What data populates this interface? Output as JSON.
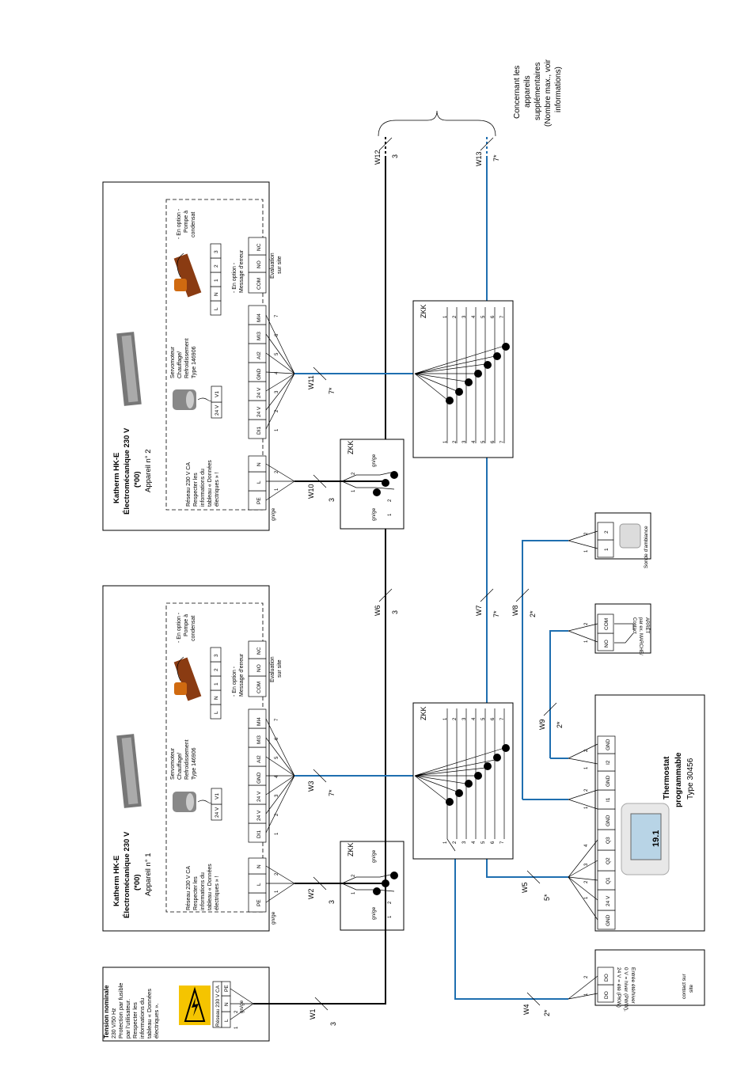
{
  "supply": {
    "title": "Tension nominale",
    "lines": [
      "230 V/50 Hz",
      "Protection par fusible",
      "par l’utilisateur.",
      "Respecter les",
      "informations du",
      "tableau « Données",
      "électriques »."
    ],
    "terminal_label": "Réseau 230 V CA",
    "terminals": [
      "L",
      "N",
      "PE"
    ],
    "wire_colors": "gn/ge",
    "wire_nums": [
      "1",
      "2"
    ]
  },
  "device1": {
    "title1": "Katherm HK-E",
    "title2": "Électromécanique 230 V",
    "title3": "(*00)",
    "title4": "Appareil n° 1",
    "mains_note": [
      "Réseau 230 V CA",
      "Respecter les",
      "informations du",
      "tableau « Données",
      "électriques » !"
    ],
    "mains_terms": [
      "PE",
      "L",
      "N"
    ],
    "servo": [
      "Servomoteur",
      "Chauffage/",
      "Refroidissement",
      "Type 146906"
    ],
    "servo_terms": [
      "24 V",
      "V1"
    ],
    "ctrl_terms": [
      "DI1",
      "24 V",
      "24 V",
      "GND",
      "AI2",
      "MI3",
      "MI4"
    ],
    "ctrl_nums": [
      "1",
      "2",
      "3",
      "4",
      "5",
      "6",
      "7"
    ],
    "pump": [
      "- En option -",
      "Pompe à",
      "condensat"
    ],
    "pump_terms": [
      "L",
      "N",
      "1",
      "2",
      "3"
    ],
    "err": [
      "- En option -",
      "Message d'erreur"
    ],
    "err_terms": [
      "COM",
      "NO",
      "NC"
    ],
    "eval": [
      "Évaluation",
      "sur site"
    ],
    "wire_colors": "gn/ge",
    "wire_nums": [
      "1",
      "2"
    ]
  },
  "device2": {
    "title1": "Katherm HK-E",
    "title2": "Électromécanique 230 V",
    "title3": "(*00)",
    "title4": "Appareil n° 2",
    "mains_note": [
      "Réseau 230 V CA",
      "Respecter les",
      "informations du",
      "tableau « Données",
      "électriques » !"
    ],
    "mains_terms": [
      "PE",
      "L",
      "N"
    ],
    "servo": [
      "Servomoteur",
      "Chauffage/",
      "Refroidissement",
      "Type 146906"
    ],
    "servo_terms": [
      "24 V",
      "V1"
    ],
    "ctrl_terms": [
      "DI1",
      "24 V",
      "24 V",
      "GND",
      "AI2",
      "MI3",
      "MI4"
    ],
    "ctrl_nums": [
      "1",
      "2",
      "3",
      "4",
      "5",
      "6",
      "7"
    ],
    "pump": [
      "- En option -",
      "Pompe à",
      "condensat"
    ],
    "pump_terms": [
      "L",
      "N",
      "1",
      "2",
      "3"
    ],
    "err": [
      "- En option -",
      "Message d'erreur"
    ],
    "err_terms": [
      "COM",
      "NO",
      "NC"
    ],
    "eval": [
      "Évaluation",
      "sur site"
    ],
    "wire_colors": "gn/ge",
    "wire_nums": [
      "1",
      "2"
    ]
  },
  "zkk_label": "ZKK",
  "zkk_small": {
    "nums": [
      "1",
      "2"
    ],
    "wire_left": "gn/ge",
    "wire_right": "gn/ge",
    "pin_nums": [
      "1",
      "2"
    ]
  },
  "zkk_big": {
    "nums": [
      "1",
      "2",
      "3",
      "4",
      "5",
      "6",
      "7"
    ]
  },
  "wires": {
    "W1": "W1",
    "W2": "W2",
    "W3": "W3",
    "W4": "W4",
    "W5": "W5",
    "W6": "W6",
    "W7": "W7",
    "W8": "W8",
    "W9": "W9",
    "W10": "W10",
    "W11": "W11",
    "W12": "W12",
    "W13": "W13",
    "c3": "3",
    "c7": "7*",
    "c5": "5*",
    "c2": "2*"
  },
  "thermostat": {
    "title1": "Thermostat",
    "title2": "programmable",
    "title3": "Type 30456",
    "terms": [
      "GND",
      "24 V",
      "Q1",
      "Q2",
      "Q3",
      "GND",
      "I1",
      "GND",
      "I2",
      "GND"
    ],
    "nums_left": [
      "1",
      "2",
      "3",
      "4"
    ],
    "display_value": "19.1"
  },
  "contact": {
    "terms": [
      "DO",
      "DO"
    ],
    "label1": "Entrée été/hiver",
    "label2": "0 V = hiver (PWW),",
    "label3": "24 V = été (PKW)",
    "note": [
      "contact sur",
      "site"
    ]
  },
  "switch_box": {
    "terms": [
      "NO",
      "COM"
    ],
    "label": [
      "Contact",
      "par ex. MARCHE/",
      "ARRÊT"
    ]
  },
  "sensor": {
    "terms": [
      "1",
      "2"
    ],
    "label": "Sonde d'ambiance"
  },
  "extra_note": [
    "Concernant les",
    "appareils",
    "supplémentaires",
    "(Nombre max., voir",
    "informations)"
  ]
}
